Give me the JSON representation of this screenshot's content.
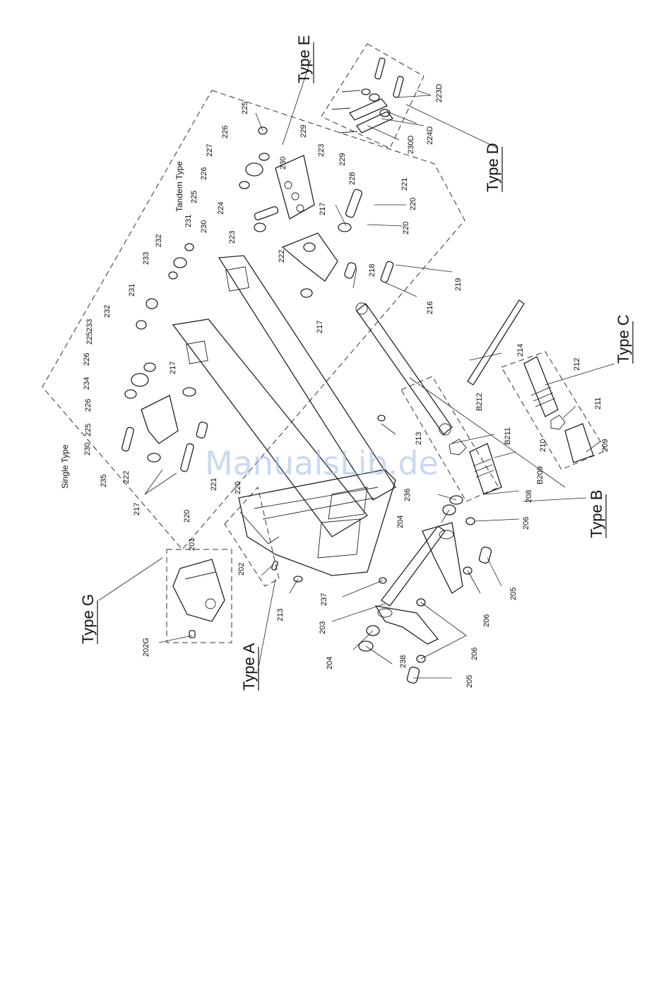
{
  "type_labels": {
    "type_a": "Type A",
    "type_b": "Type B",
    "type_c": "Type C",
    "type_d": "Type D",
    "type_e": "Type E",
    "type_g": "Type G"
  },
  "group_labels": {
    "single": "Single Type",
    "tandem": "Tandem Type"
  },
  "watermark": "ManualsLib.de",
  "part_numbers": {
    "p201": "201",
    "p202": "202",
    "p202g": "202G",
    "p203": "203",
    "p204a": "204",
    "p204b": "204",
    "p205a": "205",
    "p205b": "205",
    "p206a": "206",
    "p206b": "206",
    "p206c": "206",
    "p208": "208",
    "p209": "209",
    "p210": "210",
    "p211": "211",
    "p212": "212",
    "p213a": "213",
    "p213b": "213",
    "p214": "214",
    "p216": "216",
    "p217a": "217",
    "p217b": "217",
    "p217c": "217",
    "p217d": "217",
    "p218": "218",
    "p219": "219",
    "p220a": "220",
    "p220b": "220",
    "p220c": "220",
    "p220d": "220",
    "p221a": "221",
    "p221b": "221",
    "p222a": "222",
    "p222b": "222",
    "p223a": "223",
    "p223b": "223",
    "p223d": "223D",
    "p224": "224",
    "p224d": "224D",
    "p225a": "225",
    "p225b": "225",
    "p225c": "225",
    "p225d": "225",
    "p226a": "226",
    "p226b": "226",
    "p226c": "226",
    "p226d": "226",
    "p227": "227",
    "p228": "228",
    "p229a": "229",
    "p229b": "229",
    "p230a": "230",
    "p230b": "230",
    "p230c": "230",
    "p230d": "230D",
    "p231a": "231",
    "p231b": "231",
    "p232a": "232",
    "p232b": "232",
    "p233a": "233",
    "p233b": "233",
    "p234": "234",
    "p235": "235",
    "p236": "236",
    "p237": "237",
    "p238": "238",
    "b209": "B209",
    "b211": "B211",
    "b212": "B212"
  }
}
